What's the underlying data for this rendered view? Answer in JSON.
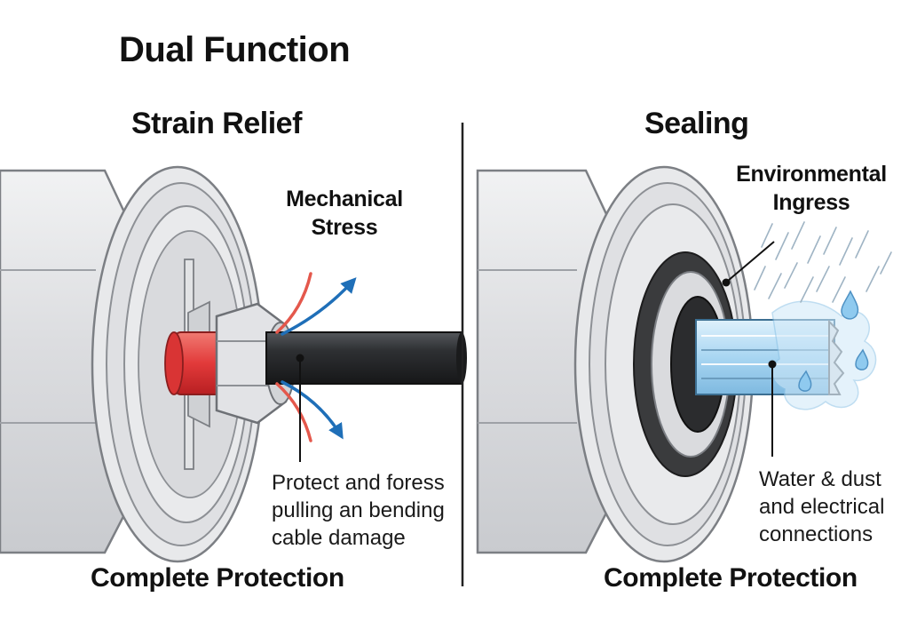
{
  "title": "Dual Function",
  "panels": [
    {
      "heading": "Strain Relief",
      "callout": {
        "title_lines": [
          "Mechanical",
          "Stress"
        ]
      },
      "note_lines": [
        "Protect and foress",
        "pulling an bending",
        "cable damage"
      ],
      "footer": "Complete Protection"
    },
    {
      "heading": "Sealing",
      "callout": {
        "title_lines": [
          "Environmental",
          "Ingress"
        ]
      },
      "note_lines": [
        "Water & dust",
        "and electrical",
        "connections"
      ],
      "footer": "Complete Protection"
    }
  ],
  "colors": {
    "metal": "#e4e5e7",
    "metal_dark": "#9ea1a6",
    "outline": "#7c7f84",
    "cable": "#2e3033",
    "insert_red": "#e23a3a",
    "arrow_red": "#e4584c",
    "arrow_blue": "#1f6fb8",
    "seal_black": "#3a3b3d",
    "water": "#a9d6f2"
  }
}
